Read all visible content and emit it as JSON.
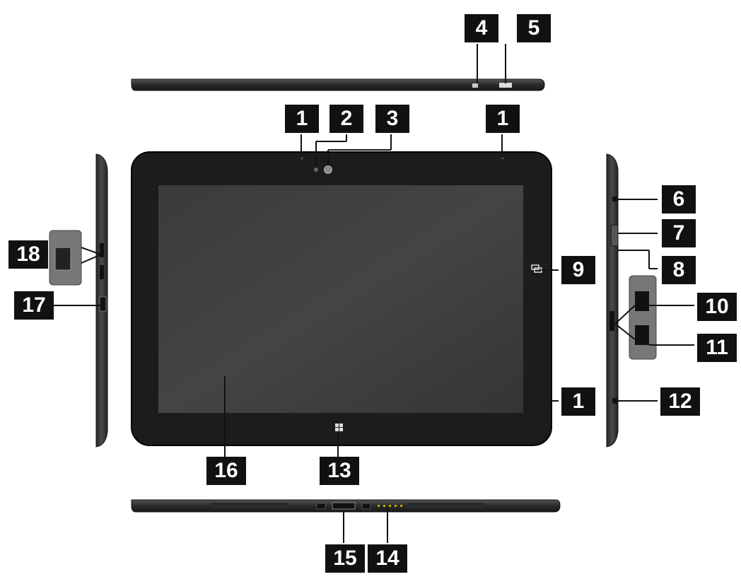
{
  "callouts": {
    "c1_top_left": "1",
    "c2": "2",
    "c3": "3",
    "c1_top_right": "1",
    "c4": "4",
    "c5": "5",
    "c6": "6",
    "c7": "7",
    "c8": "8",
    "c9": "9",
    "c10": "10",
    "c11": "11",
    "c1_right": "1",
    "c12": "12",
    "c13": "13",
    "c14": "14",
    "c15": "15",
    "c16": "16",
    "c17": "17",
    "c18": "18"
  },
  "colors": {
    "callout_bg": "#111111",
    "callout_text": "#ffffff",
    "bezel": "#1b1b1b",
    "screen": "#3a3a3a",
    "edge": "#333333"
  },
  "icons": [
    "windows-logo-icon",
    "nfc-icon",
    "front-camera-icon",
    "ambient-light-sensor-icon"
  ]
}
